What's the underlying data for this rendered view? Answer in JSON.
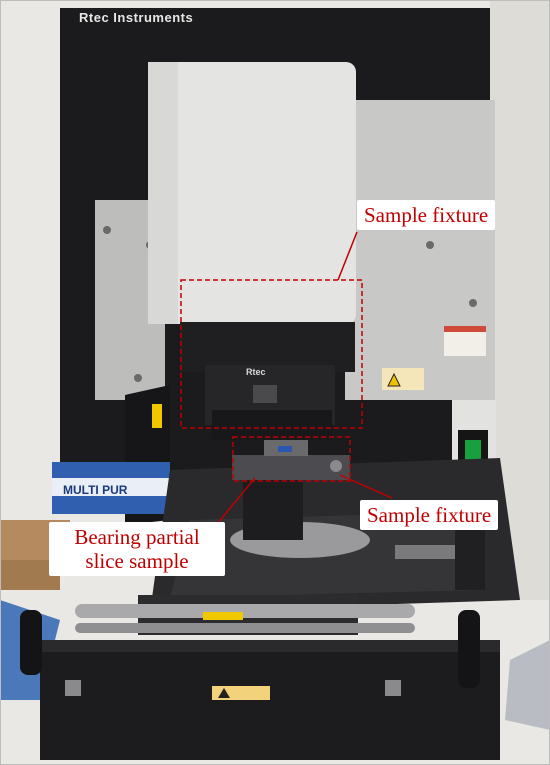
{
  "photo": {
    "brand": "Rtec Instruments",
    "head_brand": "Rtec",
    "box_print": "MULTI PUR"
  },
  "annotations": {
    "top_label": "Sample fixture",
    "right_label": "Sample fixture",
    "left_label": "Bearing partial slice sample",
    "color": "#c00000"
  }
}
